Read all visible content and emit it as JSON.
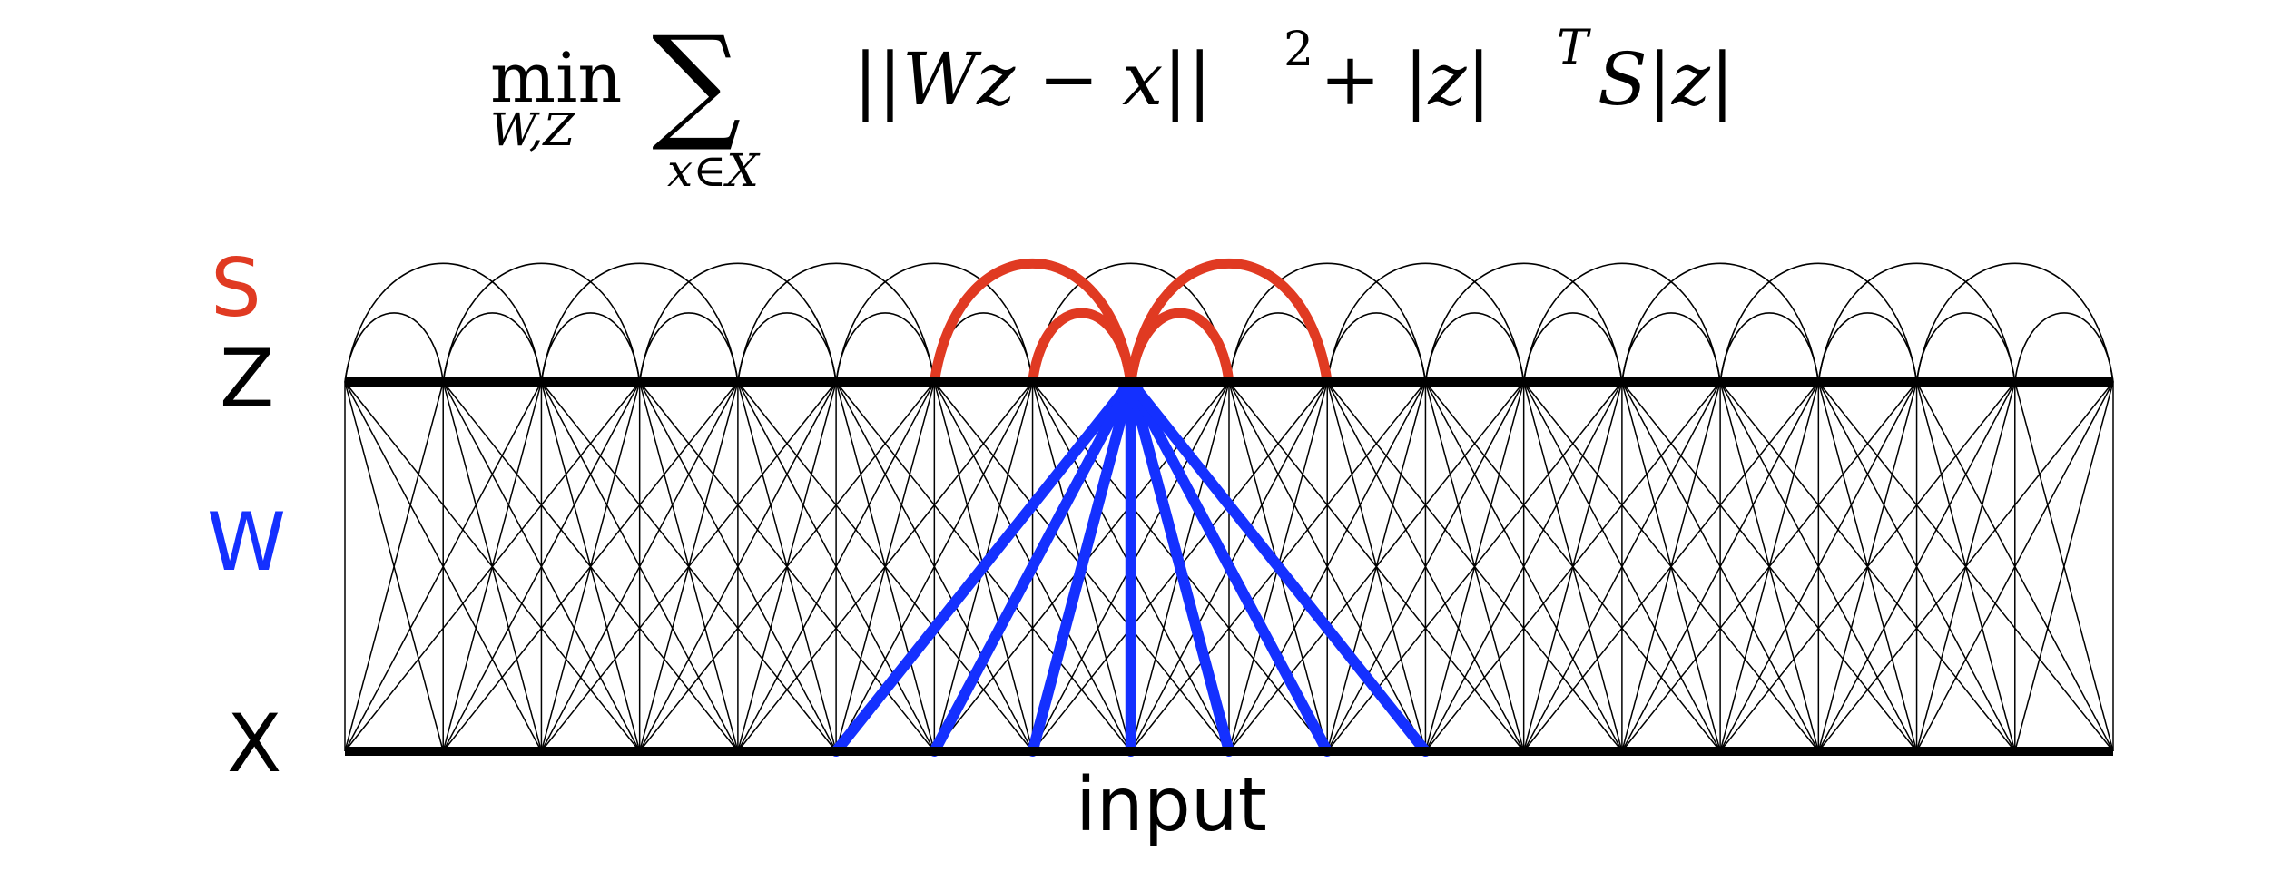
{
  "formula": {
    "min_word": "min",
    "min_subscript": "W,Z",
    "sum_symbol": "∑",
    "sum_subscript": "x∈X",
    "body_part1": "||Wz − x||",
    "power2": "2",
    "body_part2": " + |z|",
    "powerT": "T",
    "body_part3": "S|z|"
  },
  "labels": {
    "s": "S",
    "z": "Z",
    "w": "W",
    "x": "X",
    "input": "input"
  },
  "colors": {
    "s_color": "#e03a22",
    "w_color": "#1430ff",
    "line_color": "#000000",
    "background": "#ffffff"
  },
  "network": {
    "node_count": 19,
    "weight_fanout": 3,
    "lateral_arc_spans": [
      1,
      2
    ],
    "highlighted_node": 8
  }
}
